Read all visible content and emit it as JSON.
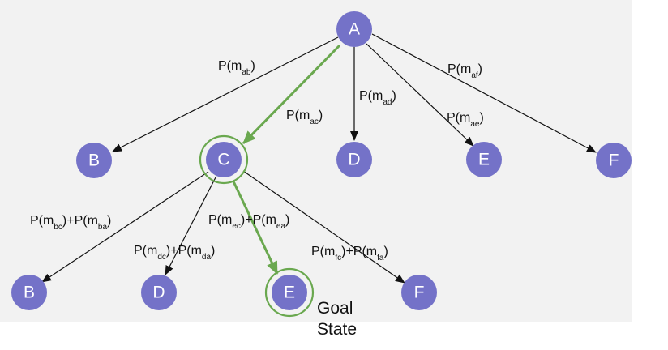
{
  "colors": {
    "background": "#f2f2f2",
    "node_fill": "#7472c8",
    "node_text": "#ffffff",
    "edge": "#111111",
    "highlight": "#6aa84f"
  },
  "nodes": {
    "root": "A",
    "level1": [
      "B",
      "C",
      "D",
      "E",
      "F"
    ],
    "level2": [
      "B",
      "D",
      "E",
      "F"
    ]
  },
  "edge_labels": {
    "ab": {
      "p": "P(m",
      "sub": "ab",
      "close": ")"
    },
    "ac": {
      "p": "P(m",
      "sub": "ac",
      "close": ")"
    },
    "ad": {
      "p": "P(m",
      "sub": "ad",
      "close": ")"
    },
    "ae": {
      "p": "P(m",
      "sub": "ae",
      "close": ")"
    },
    "af": {
      "p": "P(m",
      "sub": "af",
      "close": ")"
    },
    "cb": {
      "p1": "P(m",
      "sub1": "bc",
      "mid": ")+P(m",
      "sub2": "ba",
      "close": ")"
    },
    "cd": {
      "p1": "P(m",
      "sub1": "dc",
      "mid": ")+P(m",
      "sub2": "da",
      "close": ")"
    },
    "ce": {
      "p1": "P(m",
      "sub1": "ec",
      "mid": ")+P(m",
      "sub2": "ea",
      "close": ")"
    },
    "cf": {
      "p1": "P(m",
      "sub1": "fc",
      "mid": ")+P(m",
      "sub2": "fa",
      "close": ")"
    }
  },
  "goal_label": {
    "line1": "Goal",
    "line2": "State"
  }
}
